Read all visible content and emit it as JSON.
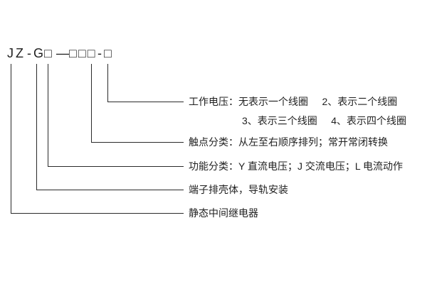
{
  "model_code": {
    "part_jz": "JZ",
    "dash_a": "-",
    "part_g": "G",
    "box_function": "□",
    "dash_b": "—",
    "boxes_contact": "□□□",
    "dash_c": "-",
    "box_voltage": "□"
  },
  "labels": {
    "working_voltage_line1": "工作电压：无表示一个线圈     2、表示二个线圈",
    "working_voltage_line2": "3、表示三个线圈     4、表示四个线圈",
    "contact_classification": "触点分类：从左至右顺序排列；常开常闭转换",
    "function_classification": "功能分类：Y 直流电压；J 交流电压；L 电流动作",
    "housing": "端子排壳体，导轨安装",
    "relay_type": "静态中间继电器"
  },
  "colors": {
    "line": "#2a2a2a",
    "text": "#1f1f1f",
    "background": "#ffffff"
  }
}
